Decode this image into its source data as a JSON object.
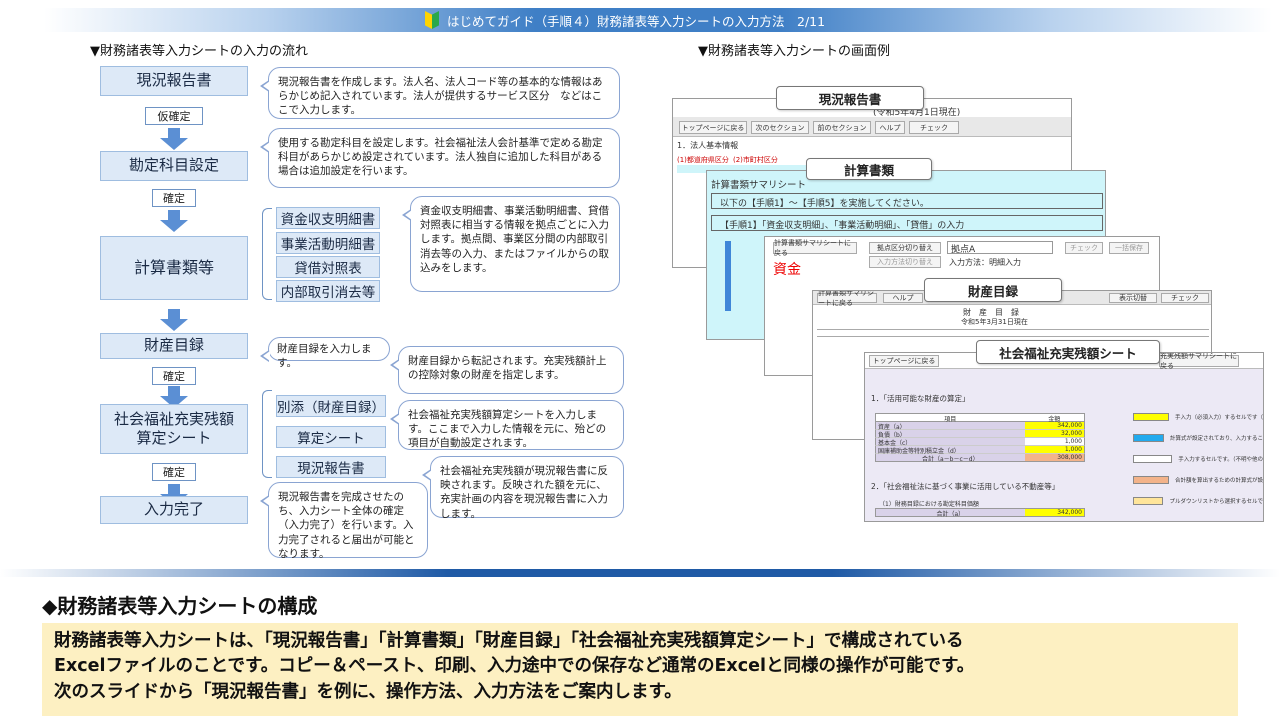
{
  "header": {
    "title": "はじめてガイド（手順４）財務諸表等入力シートの入力方法　2/11"
  },
  "left_heading": "▼財務諸表等入力シートの入力の流れ",
  "right_heading": "▼財務諸表等入力シートの画面例",
  "flow": {
    "step1": "現況報告書",
    "conf1": "仮確定",
    "step2": "勘定科目設定",
    "conf2": "確定",
    "step3": "計算書類等",
    "step3_items": [
      "資金収支明細書",
      "事業活動明細書",
      "貸借対照表",
      "内部取引消去等"
    ],
    "step4": "財産目録",
    "conf3": "確定",
    "step5_line1": "社会福祉充実残額",
    "step5_line2": "算定シート",
    "step5_items": [
      "別添（財産目録）",
      "算定シート",
      "現況報告書"
    ],
    "conf4": "確定",
    "step6": "入力完了"
  },
  "notes": {
    "n1": "現況報告書を作成します。法人名、法人コード等の基本的な情報はあらかじめ記入されています。法人が提供するサービス区分　などはここで入力します。",
    "n2": "使用する勘定科目を設定します。社会福祉法人会計基準で定める勘定科目があらかじめ設定されています。法人独自に追加した科目がある場合は追加設定を行います。",
    "n3": "資金収支明細書、事業活動明細書、貸借対照表に相当する情報を拠点ごとに入力します。拠点間、事業区分間の内部取引消去等の入力、またはファイルからの取込みをします。",
    "n4": "財産目録を入力します。",
    "n5": "財産目録から転記されます。充実残額計上の控除対象の財産を指定します。",
    "n6": "社会福祉充実残額算定シートを入力します。ここまで入力した情報を元に、殆どの項目が自動設定されます。",
    "n7": "社会福祉充実残額が現況報告書に反映されます。反映された額を元に、充実計画の内容を現況報告書に入力します。",
    "n8": "現況報告書を完成させたのち、入力シート全体の確定（入力完了）を行います。入力完了されると届出が可能となります。"
  },
  "screens": {
    "s1": {
      "label": "現況報告書",
      "date": "(令和5年4月1日現在)",
      "buttons": [
        "トップページに戻る",
        "次のセクション",
        "前のセクション",
        "ヘルプ",
        "チェック"
      ],
      "section": "1．法人基本情報",
      "fields": [
        "(1)都道府県区分",
        "(2)市町村区分"
      ]
    },
    "s2": {
      "label": "計算書類",
      "title": "計算書類サマリシート",
      "line1": "以下の【手順1】〜【手順5】を実施してください。",
      "line2": "【手順1】「資金収支明細」、「事業活動明細」、「貸借」の入力"
    },
    "s3": {
      "buttons": [
        "計算書類サマリシートに戻る",
        "拠点区分切り替え",
        "入力方法切り替え",
        "チェック",
        "一括保存"
      ],
      "base": "拠点A",
      "method": "入力方法：明細入力",
      "red": "資金"
    },
    "s4": {
      "label": "財産目録",
      "title": "財　産　目　録",
      "date": "令和5年3月31日現在",
      "buttons": [
        "計算書類サマリシートに戻る",
        "ヘルプ",
        "表示切替",
        "チェック"
      ]
    },
    "s5": {
      "label": "社会福祉充実残額シート",
      "buttons": [
        "トップページに戻る",
        "充実残額サマリシートに戻る"
      ],
      "sec1": "1．「活用可能な財産の算定」",
      "table_header": [
        "項目",
        "金額"
      ],
      "rows": [
        {
          "name": "資産（a）",
          "value": "342,000"
        },
        {
          "name": "負債（b）",
          "value": "32,000"
        },
        {
          "name": "基本金（c）",
          "value": "1,000"
        },
        {
          "name": "国庫補助金等特別積立金（d）",
          "value": "1,000"
        },
        {
          "name": "合計（a－b－c－d）",
          "value": "308,000"
        }
      ],
      "sec2": "2．「社会福祉法に基づく事業に活用している不動産等」",
      "sub2": "（1）財務目録における勘定科目価額",
      "total2_label": "合計（a）",
      "total2_value": "342,000",
      "legend": [
        "手入力（必須入力）するセルです（",
        "計算式が設定されており、入力するこ",
        "手入力するセルです。（不明や他の",
        "合計額を算出するための計算式が設",
        "プルダウンリストから選択するセルで"
      ],
      "legend_colors": [
        "#ffff00",
        "#22aaee",
        "#ffffff",
        "#f3b38a",
        "#ffe59a"
      ]
    }
  },
  "bottom": {
    "heading": "◆財務諸表等入力シートの構成",
    "lines": [
      "財務諸表等入力シートは、「現況報告書」「計算書類」「財産目録」「社会福祉充実残額算定シート」で構成されている",
      "Excelファイルのことです。コピー＆ペースト、印刷、入力途中での保存など通常のExcelと同様の操作が可能です。",
      "次のスライドから「現況報告書」を例に、操作方法、入力方法をご案内します。"
    ]
  }
}
